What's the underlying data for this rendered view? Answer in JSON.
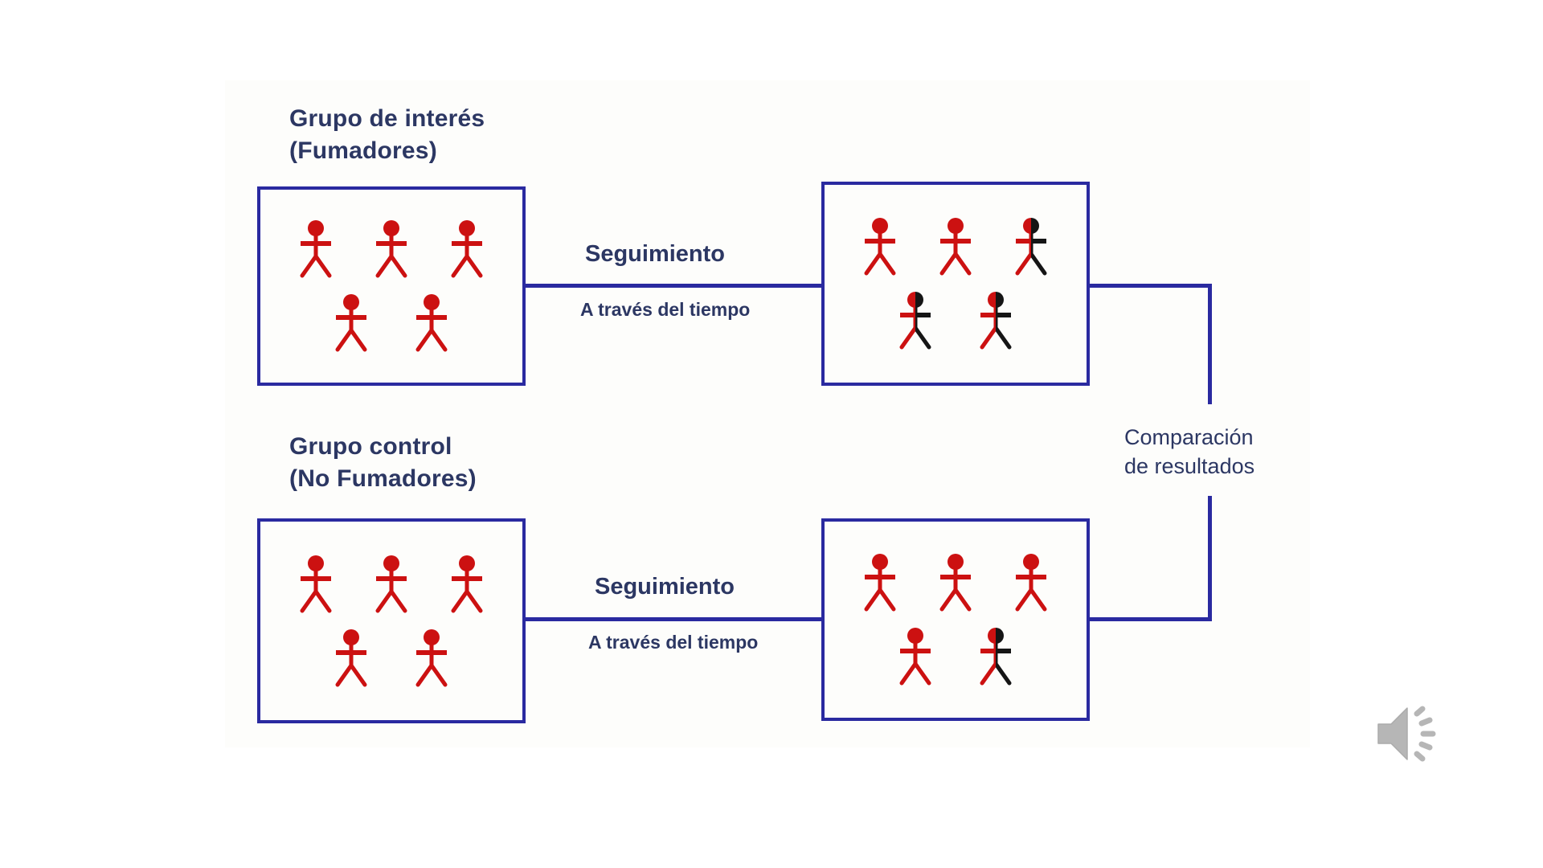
{
  "diagram": {
    "title_smokers": "Grupo de interés\n(Fumadores)",
    "title_control": "Grupo control\n(No Fumadores)",
    "comparison_label": "Comparación\nde resultados",
    "connectors": [
      {
        "primary": "Seguimiento",
        "secondary": "A través del tiempo"
      },
      {
        "primary": "Seguimiento",
        "secondary": "A través del tiempo"
      }
    ],
    "colors": {
      "figure_red": "#cc1111",
      "figure_dark": "#151515",
      "box_border": "#2a2aa0",
      "text_navy": "#2c3763",
      "background": "#ffffff",
      "panel": "#fdfdfb",
      "speaker_gray": "#b0b0b0"
    },
    "boxes": {
      "smokers_baseline": {
        "name": "Grupo de interés (Fumadores) - inicio",
        "rows": [
          [
            "red",
            "red",
            "red"
          ],
          [
            "red",
            "red"
          ]
        ]
      },
      "smokers_followup": {
        "name": "Grupo de interés (Fumadores) - seguimiento",
        "rows": [
          [
            "red",
            "red",
            "half"
          ],
          [
            "half",
            "half"
          ]
        ]
      },
      "control_baseline": {
        "name": "Grupo control (No Fumadores) - inicio",
        "rows": [
          [
            "red",
            "red",
            "red"
          ],
          [
            "red",
            "red"
          ]
        ]
      },
      "control_followup": {
        "name": "Grupo control (No Fumadores) - seguimiento",
        "rows": [
          [
            "red",
            "red",
            "red"
          ],
          [
            "red",
            "half"
          ]
        ]
      }
    },
    "icons": {
      "speaker": "speaker-icon"
    }
  },
  "chart_data": {
    "type": "diagram",
    "title": "Estudio de cohortes: fumadores vs no fumadores",
    "groups": [
      {
        "label": "Grupo de interés (Fumadores)",
        "baseline_total": 5,
        "baseline_affected": 0,
        "followup_total": 5,
        "followup_affected": 3
      },
      {
        "label": "Grupo control (No Fumadores)",
        "baseline_total": 5,
        "baseline_affected": 0,
        "followup_total": 5,
        "followup_affected": 1
      }
    ],
    "transition_label": "Seguimiento / A través del tiempo",
    "outcome_label": "Comparación de resultados"
  }
}
